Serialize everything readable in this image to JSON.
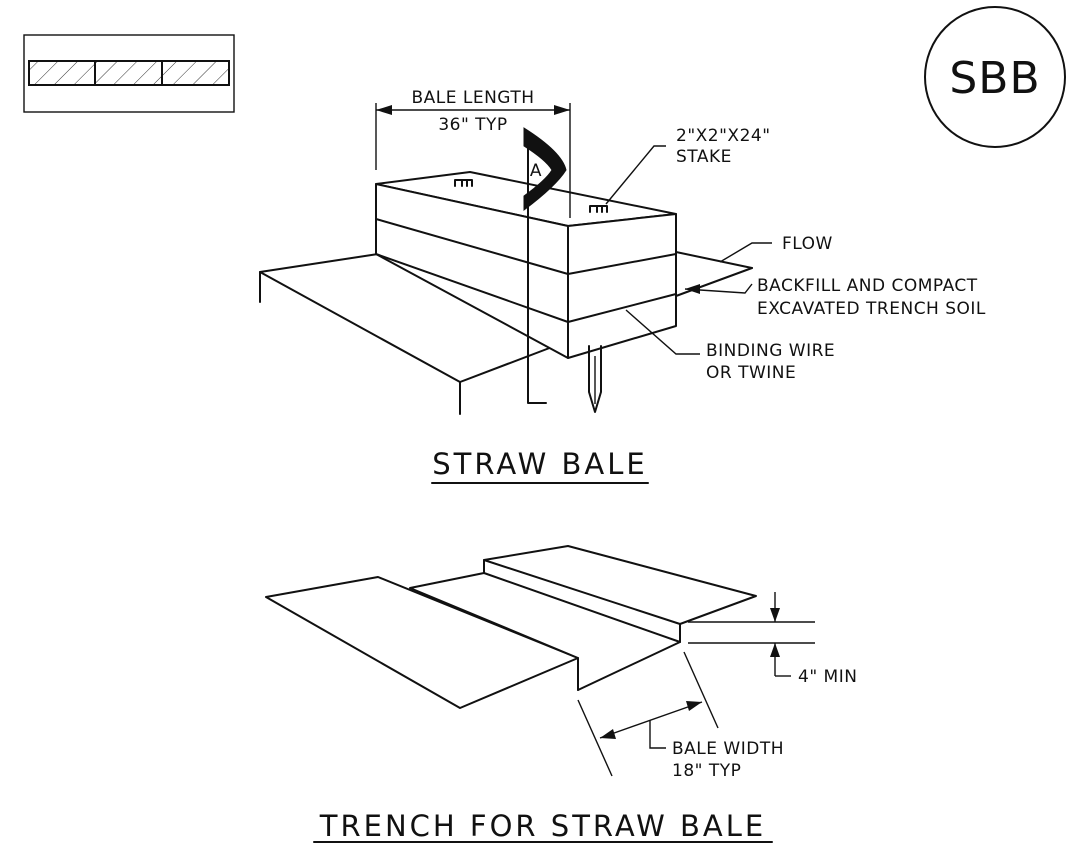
{
  "badge": "SBB",
  "straw_bale": {
    "title": "STRAW BALE",
    "bale_length": "BALE LENGTH",
    "bale_length_typ": "36\" TYP",
    "section_marker": "A",
    "stake_line1": "2\"X2\"X24\"",
    "stake_line2": "STAKE",
    "flow": "FLOW",
    "backfill_line1": "BACKFILL AND COMPACT",
    "backfill_line2": "EXCAVATED TRENCH SOIL",
    "binding_line1": "BINDING WIRE",
    "binding_line2": "OR TWINE"
  },
  "trench": {
    "title": "TRENCH FOR STRAW BALE",
    "depth": "4\" MIN",
    "width_line1": "BALE WIDTH",
    "width_line2": "18\" TYP"
  }
}
